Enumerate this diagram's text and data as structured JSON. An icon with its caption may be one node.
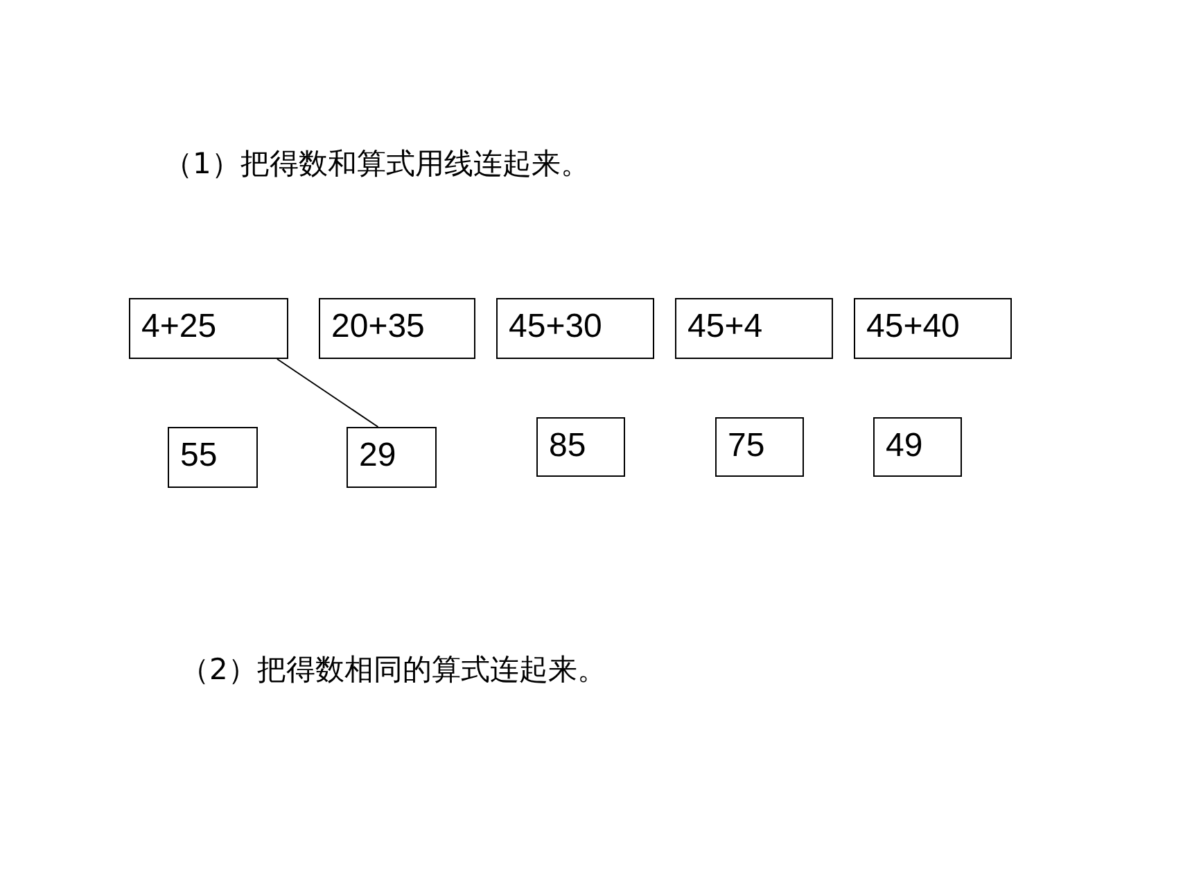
{
  "diagram": {
    "nodes": [
      {
        "text": [
          "4+25"
        ]
      },
      {
        "text": [
          "20+35"
        ]
      },
      {
        "text": [
          "45+30"
        ]
      },
      {
        "text": [
          "45+4"
        ]
      },
      {
        "text": [
          "45+40"
        ]
      },
      {
        "text": [
          "55"
        ]
      },
      {
        "text": [
          "29"
        ]
      },
      {
        "text": [
          "85"
        ]
      },
      {
        "text": [
          "75"
        ]
      },
      {
        "text": [
          "49"
        ]
      }
    ],
    "edges": [
      {
        "from": 0,
        "to": 6,
        "arrow": "none"
      }
    ],
    "labels": [
      "（1）把得数和算式用线连起来。",
      "（2）把得数相同的算式连起来。"
    ]
  }
}
